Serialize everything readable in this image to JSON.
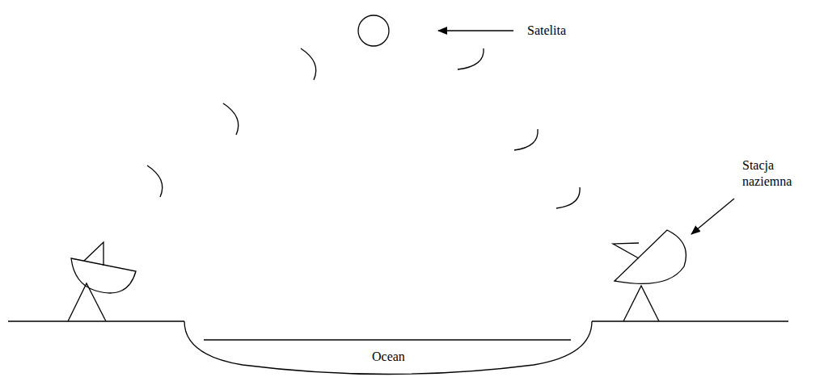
{
  "diagram": {
    "labels": [
      "Satelita",
      "Stacja naziemna",
      "Ocean"
    ]
  }
}
